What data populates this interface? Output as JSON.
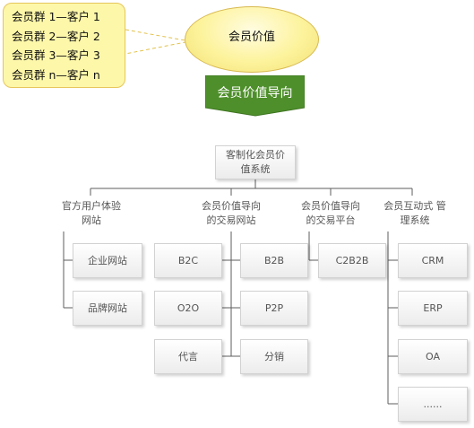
{
  "callout": {
    "lines": [
      "会员群 1—客户 1",
      "会员群 2—客户 2",
      "会员群 3—客户 3",
      "会员群 n—客户 n"
    ]
  },
  "ellipse": {
    "label": "会员价值"
  },
  "arrow": {
    "label": "会员价值导向",
    "color": "#4e8f2b"
  },
  "root": {
    "line1": "客制化会员价",
    "line2": "值系统"
  },
  "categories": [
    {
      "line1": "官方用户体验",
      "line2": "网站"
    },
    {
      "line1": "会员价值导向",
      "line2": "的交易网站"
    },
    {
      "line1": "会员价值导向",
      "line2": "的交易平台"
    },
    {
      "line1": "会员互动式 管",
      "line2": "理系统"
    }
  ],
  "items": {
    "official_site": [
      "企业网站",
      "品牌网站"
    ],
    "trade_site": [
      "B2C",
      "B2B",
      "O2O",
      "P2P",
      "代言",
      "分销"
    ],
    "trade_platform": [
      "C2B2B"
    ],
    "management": [
      "CRM",
      "ERP",
      "OA",
      "......"
    ]
  }
}
